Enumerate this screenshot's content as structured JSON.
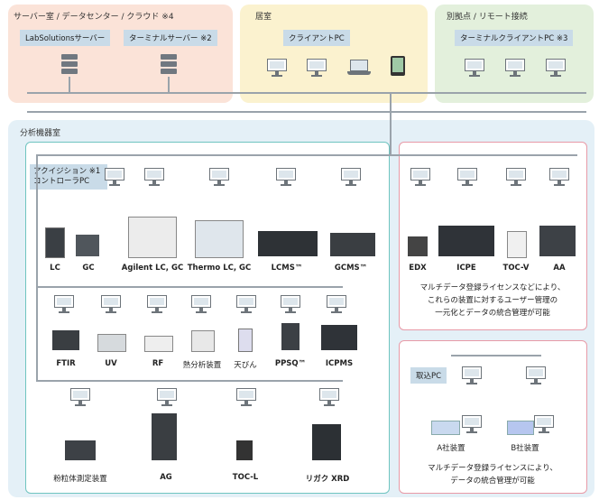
{
  "zones": {
    "server_room": {
      "title": "サーバー室 / データセンター / クラウド ※4",
      "labsolutions_server": "LabSolutionsサーバー",
      "terminal_server": "ターミナルサーバー ※2"
    },
    "office": {
      "title": "居室",
      "client_pc": "クライアントPC"
    },
    "remote": {
      "title": "別拠点 / リモート接続",
      "terminal_client_pc": "ターミナルクライアントPC ※3"
    },
    "lab": {
      "title": "分析機器室",
      "acquisition_controller": "アクイジション ※1 コントローラPC"
    },
    "multi_reg": {
      "note_line1": "マルチデータ登録ライセンスなどにより、",
      "note_line2": "これらの装置に対するユーザー管理の",
      "note_line3": "一元化とデータの統合管理が可能"
    },
    "import": {
      "tag": "取込PC",
      "company_a": "A社装置",
      "company_b": "B社装置",
      "note_line1": "マルチデータ登録ライセンスにより、",
      "note_line2": "データの統合管理が可能"
    }
  },
  "instruments": {
    "row1": [
      "LC",
      "GC",
      "Agilent LC, GC",
      "Thermo LC, GC",
      "LCMS™",
      "GCMS™"
    ],
    "row1_right": [
      "EDX",
      "ICPE",
      "TOC-V",
      "AA"
    ],
    "row2": [
      "FTIR",
      "UV",
      "RF",
      "熱分析装置",
      "天びん",
      "PPSQ™",
      "ICPMS"
    ],
    "row3": [
      "粉粒体測定装置",
      "AG",
      "TOC-L",
      "リガク XRD"
    ]
  },
  "colors": {
    "server_bg": "#fbe3d8",
    "office_bg": "#fbf2cf",
    "remote_bg": "#e3f0dc",
    "lab_bg": "#e4f0f7",
    "teal_border": "#6fc4c0",
    "pink_border": "#e89aa7"
  }
}
